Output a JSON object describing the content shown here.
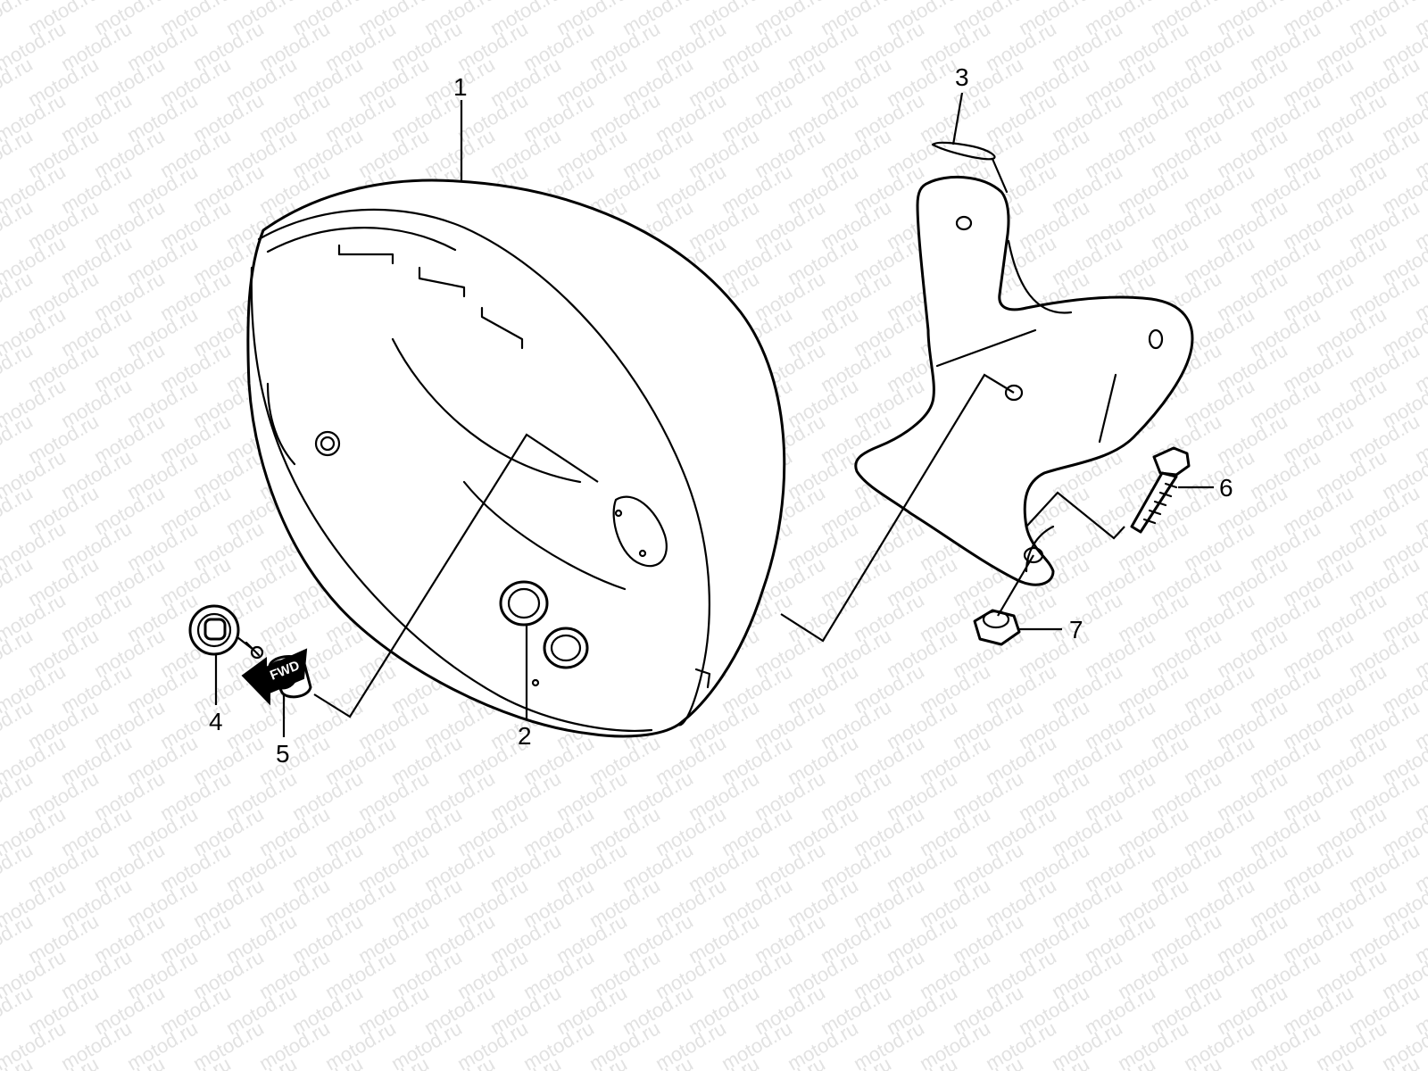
{
  "watermark": {
    "text": "motod.ru",
    "color": "#e2e2e2"
  },
  "callouts": [
    {
      "id": "1",
      "label": "1"
    },
    {
      "id": "2",
      "label": "2"
    },
    {
      "id": "3",
      "label": "3"
    },
    {
      "id": "4",
      "label": "4"
    },
    {
      "id": "5",
      "label": "5"
    },
    {
      "id": "6",
      "label": "6"
    },
    {
      "id": "7",
      "label": "7"
    }
  ],
  "fwd_arrow": {
    "label": "FWD"
  }
}
